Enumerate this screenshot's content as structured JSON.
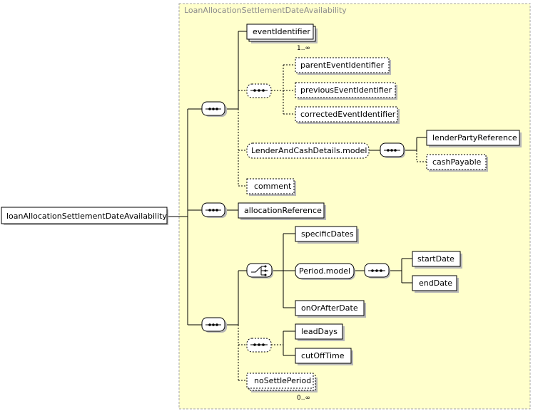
{
  "diagram": {
    "type_title": "LoanAllocationSettlementDateAvailability",
    "root": "loanAllocationSettlementDateAvailability",
    "elements": {
      "eventIdentifier": "eventIdentifier",
      "eventIdentifier_card": "1..∞",
      "parentEventIdentifier": "parentEventIdentifier",
      "previousEventIdentifier": "previousEventIdentifier",
      "correctedEventIdentifier": "correctedEventIdentifier",
      "lenderAndCashDetails": "LenderAndCashDetails.model",
      "lenderPartyReference": "lenderPartyReference",
      "cashPayable": "cashPayable",
      "comment": "comment",
      "allocationReference": "allocationReference",
      "specificDates": "specificDates",
      "periodModel": "Period.model",
      "startDate": "startDate",
      "endDate": "endDate",
      "onOrAfterDate": "onOrAfterDate",
      "leadDays": "leadDays",
      "cutOffTime": "cutOffTime",
      "noSettlePeriod": "noSettlePeriod",
      "noSettlePeriod_card": "0..∞"
    },
    "colors": {
      "type_background": "#ffffcc",
      "type_border": "#a6a6a6",
      "line": "#000000"
    }
  }
}
